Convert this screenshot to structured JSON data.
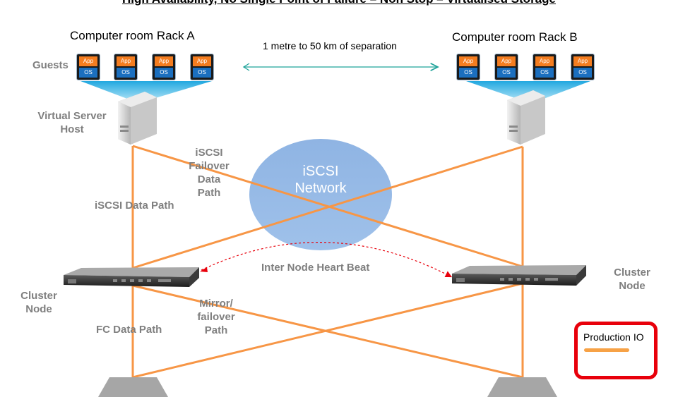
{
  "title": "High Availability, No Single Point of Failure – Non Stop – Virtualised Storage",
  "labels": {
    "rack_a": "Computer room Rack A",
    "rack_b": "Computer room Rack B",
    "separation": "1 metre to 50 km of separation",
    "guests": "Guests",
    "virtual_server_host_line1": "Virtual Server",
    "virtual_server_host_line2": "Host",
    "iscsi_failover_line1": "iSCSI",
    "iscsi_failover_line2": "Failover",
    "iscsi_failover_line3": "Data",
    "iscsi_failover_line4": "Path",
    "iscsi_network_line1": "iSCSI",
    "iscsi_network_line2": "Network",
    "iscsi_data_path": "iSCSI Data Path",
    "heartbeat": "Inter Node Heart Beat",
    "cluster_node_left_line1": "Cluster",
    "cluster_node_left_line2": "Node",
    "cluster_node_right_line1": "Cluster",
    "cluster_node_right_line2": "Node",
    "mirror_line1": "Mirror/",
    "mirror_line2": "failover",
    "mirror_line3": "Path",
    "fc_data_path": "FC Data Path"
  },
  "vm": {
    "app": "App",
    "os": "OS"
  },
  "legend": {
    "production_io": "Production IO"
  },
  "colors": {
    "path": "#f79646",
    "cloud": "#8db4e2",
    "legend_border": "#e8000b",
    "vm_app": "#f47d20",
    "vm_os": "#1b6fbf",
    "arrow": "#1fa39a",
    "heartbeat": "#e8000b"
  }
}
